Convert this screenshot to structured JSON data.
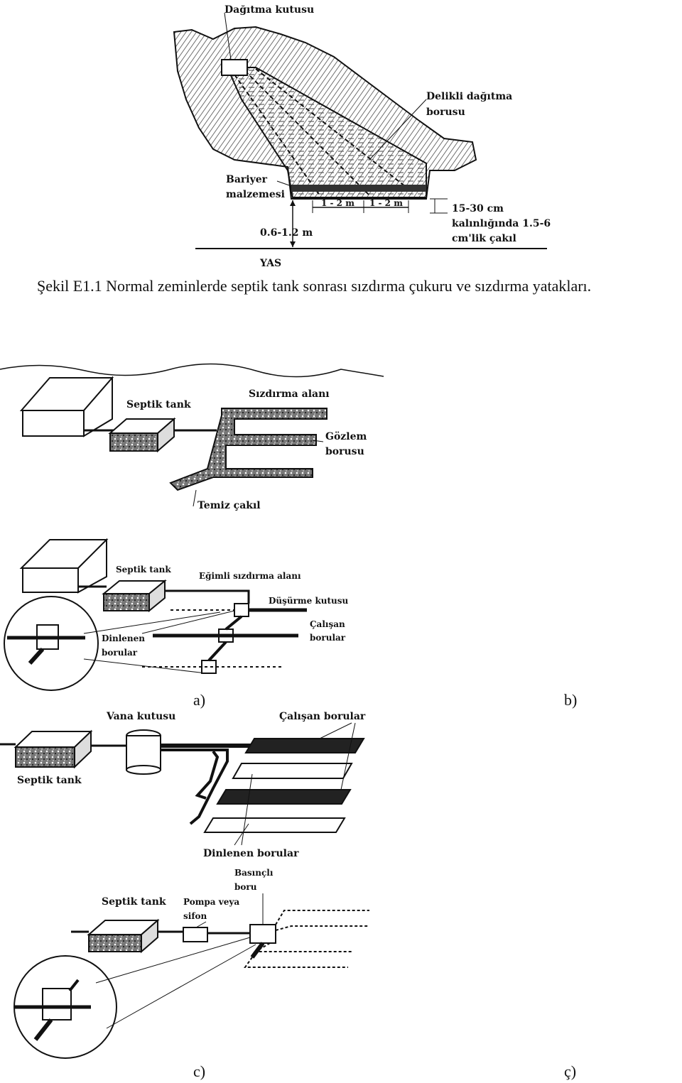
{
  "figure1": {
    "labels": {
      "distribution_box": "Dağıtma kutusu",
      "perforated_pipe_l1": "Delikli dağıtma",
      "perforated_pipe_l2": "borusu",
      "barrier_l1": "Bariyer",
      "barrier_l2": "malzemesi",
      "spacing_1": "1 - 2 m",
      "spacing_2": "1 - 2 m",
      "gravel_l1": "15-30 cm",
      "gravel_l2": "kalınlığında 1.5-6",
      "gravel_l3": "cm'lik çakıl",
      "depth": "0.6-1.2 m",
      "groundwater": "YAS"
    },
    "caption": "Şekil E1.1 Normal zeminlerde septik tank sonrası sızdırma çukuru ve sızdırma yatakları."
  },
  "panel_a": {
    "letter": "a)",
    "labels": {
      "septic_tank": "Septik tank",
      "seepage_area": "Sızdırma alanı",
      "observation_pipe_l1": "Gözlem",
      "observation_pipe_l2": "borusu",
      "clean_gravel": "Temiz çakıl"
    }
  },
  "panel_b": {
    "letter": "b)",
    "labels": {
      "septic_tank": "Septik tank",
      "sloped_area": "Eğimli sızdırma alanı",
      "drop_box": "Düşürme kutusu",
      "working_pipes_l1": "Çalışan",
      "working_pipes_l2": "borular",
      "resting_pipes_l1": "Dinlenen",
      "resting_pipes_l2": "borular"
    }
  },
  "panel_c": {
    "letter": "c)",
    "labels": {
      "valve_box": "Vana kutusu",
      "working_pipes": "Çalışan borular",
      "septic_tank": "Septik tank",
      "resting_pipes": "Dinlenen borular"
    }
  },
  "panel_cc": {
    "letter": "ç)",
    "labels": {
      "pressure_pipe_l1": "Basınçlı",
      "pressure_pipe_l2": "boru",
      "septic_tank": "Septik tank",
      "pump_l1": "Pompa veya",
      "pump_l2": "sifon"
    }
  }
}
